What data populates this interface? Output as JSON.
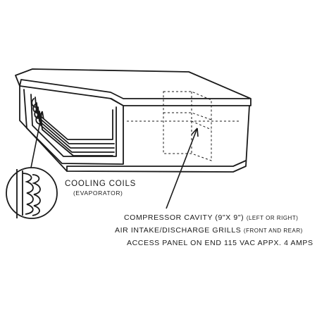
{
  "diagram": {
    "colors": {
      "ink": "#1a1a1a",
      "background": "#ffffff"
    },
    "labels": {
      "cooling_coils": "COOLING COILS",
      "evaporator": "(EVAPORATOR)"
    },
    "callouts": [
      {
        "main": "COMPRESSOR CAVITY (9\"X 9\")",
        "note": "(LEFT OR RIGHT)"
      },
      {
        "main": "AIR INTAKE/DISCHARGE GRILLS",
        "note": "(FRONT AND REAR)"
      },
      {
        "main": "ACCESS PANEL ON END 115 VAC APPX. 4 AMPS",
        "note": ""
      }
    ]
  }
}
